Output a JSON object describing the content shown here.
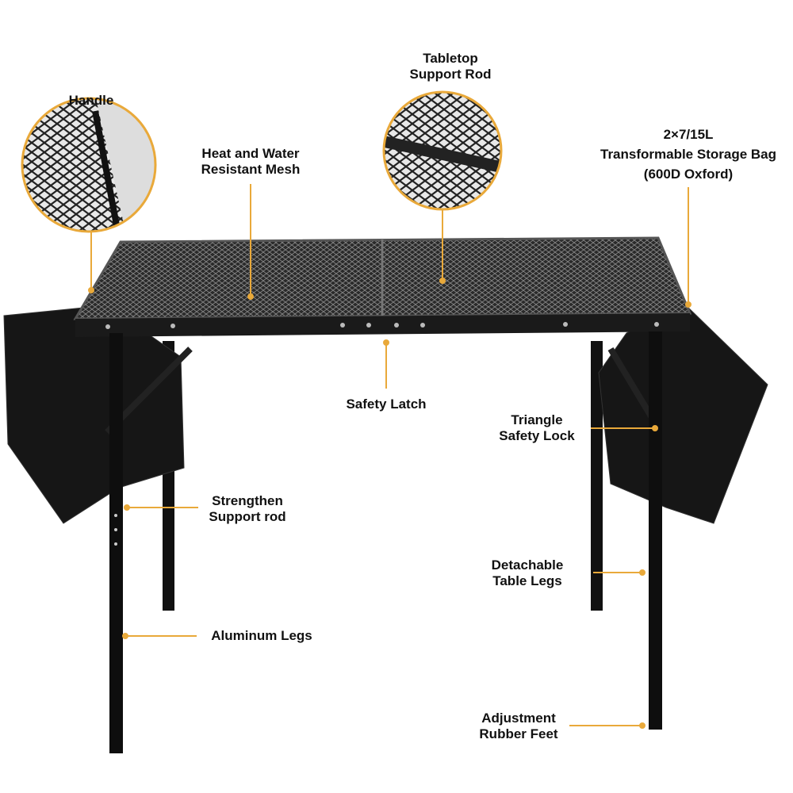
{
  "accent_color": "#e9a93a",
  "labels": {
    "handle": "Handle",
    "support_rod": [
      "Tabletop",
      "Support Rod"
    ],
    "mesh": [
      "Heat and Water",
      "Resistant Mesh"
    ],
    "bag": [
      "2×7/15L",
      "Transformable Storage Bag",
      "(600D Oxford)"
    ],
    "latch": "Safety Latch",
    "triangle": [
      "Triangle",
      "Safety Lock"
    ],
    "strengthen": [
      "Strengthen",
      "Support rod"
    ],
    "detachable": [
      "Detachable",
      "Table Legs"
    ],
    "aluminum": "Aluminum Legs",
    "feet": [
      "Adjustment",
      "Rubber Feet"
    ]
  }
}
